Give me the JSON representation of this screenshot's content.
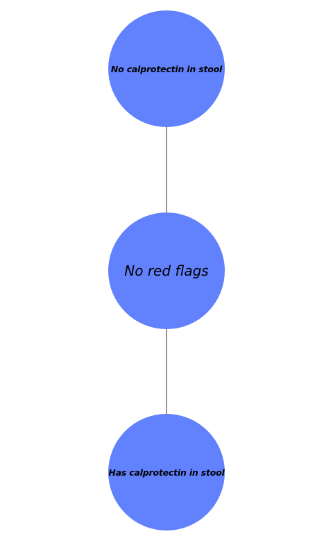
{
  "diagram": {
    "colors": {
      "node_fill": "#6281fd",
      "edge_stroke": "#6e6e6e",
      "label_text": "#000000"
    },
    "nodes": [
      {
        "label": "No calprotectin in stool"
      },
      {
        "label": "No red flags"
      },
      {
        "label": "Has calprotectin in stool"
      }
    ]
  }
}
